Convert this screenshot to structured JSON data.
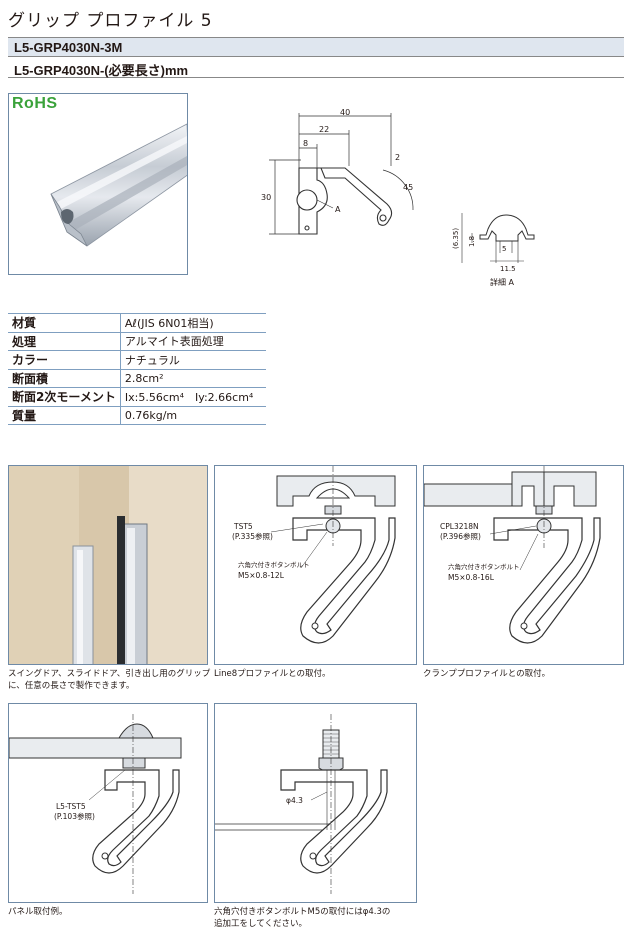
{
  "header": {
    "title": "グリップ プロファイル 5",
    "part_number": "L5-GRP4030N-3M",
    "part_number_custom": "L5-GRP4030N-(必要長さ)mm"
  },
  "badge": {
    "rohs": "RoHS",
    "rohs_color": "#3aa23a"
  },
  "drawing": {
    "dims": [
      "40",
      "22",
      "8",
      "2",
      "30",
      "45",
      "A"
    ],
    "detail_dims": [
      "(6.35)",
      "1.8",
      "5",
      "11.5"
    ],
    "detail_label": "詳細 A"
  },
  "specs": [
    {
      "key": "材質",
      "value": "Aℓ(JIS 6N01相当)"
    },
    {
      "key": "処理",
      "value": "アルマイト表面処理"
    },
    {
      "key": "カラー",
      "value": "ナチュラル"
    },
    {
      "key": "断面積",
      "value": "2.8cm²"
    },
    {
      "key": "断面2次モーメント",
      "value": "Ix:5.56cm⁴　Iy:2.66cm⁴"
    },
    {
      "key": "質量",
      "value": "0.76kg/m"
    }
  ],
  "examples": {
    "photo_caption_1": "スイングドア、スライドドア、引き出し用のグリップ",
    "photo_caption_2": "に、任意の長さで製作できます。",
    "line8": {
      "nut_label": "TST5",
      "nut_ref": "(P.335参照)",
      "bolt_label": "六角穴付きボタンボルト",
      "bolt_spec": "M5×0.8-12L",
      "caption": "Line8プロファイルとの取付。"
    },
    "clamp": {
      "nut_label": "CPL3218N",
      "nut_ref": "(P.396参照)",
      "bolt_label": "六角穴付きボタンボルト",
      "bolt_spec": "M5×0.8-16L",
      "caption": "クランププロファイルとの取付。"
    },
    "panel": {
      "nut_label": "L5-TST5",
      "nut_ref": "(P.103参照)",
      "caption": "パネル取付例。"
    },
    "bolt_mount": {
      "hole_label": "φ4.3",
      "caption_1": "六角穴付きボタンボルトM5の取付にはφ4.3の",
      "caption_2": "追加工をしてください。"
    }
  }
}
